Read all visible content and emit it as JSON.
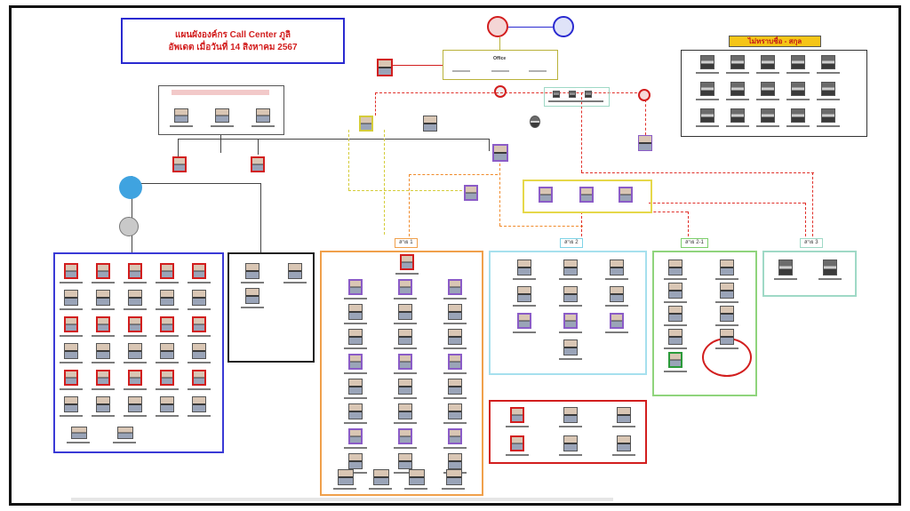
{
  "header": {
    "title_line1": "แผนผังองค์กร Call Center ภูลิ",
    "title_line2": "อัพเดต เมื่อวันที่ 14 สิงหาคม 2567"
  },
  "legend": {
    "title": "ไม่ทราบชื่อ - สกุล"
  },
  "office_box": {
    "label": "Office"
  },
  "line_tabs": {
    "line1": "สาย 1",
    "line2": "สาย 2",
    "line21": "สาย 2-1",
    "line3": "สาย 3"
  },
  "colors": {
    "title_border": "#2a2ad0",
    "title_text": "#d21e1e",
    "legend_bg": "#f5c518",
    "line1": "#f0a04b",
    "line2": "#7fd3e6",
    "line21": "#7ccf6a",
    "line3": "#9fd9c6",
    "left_group": "#3a3ad6",
    "red_group": "#d21e1e",
    "dashed_red": "#e0302a",
    "dashed_yellow": "#d4cc3a",
    "dashed_orange": "#f08a2a"
  }
}
